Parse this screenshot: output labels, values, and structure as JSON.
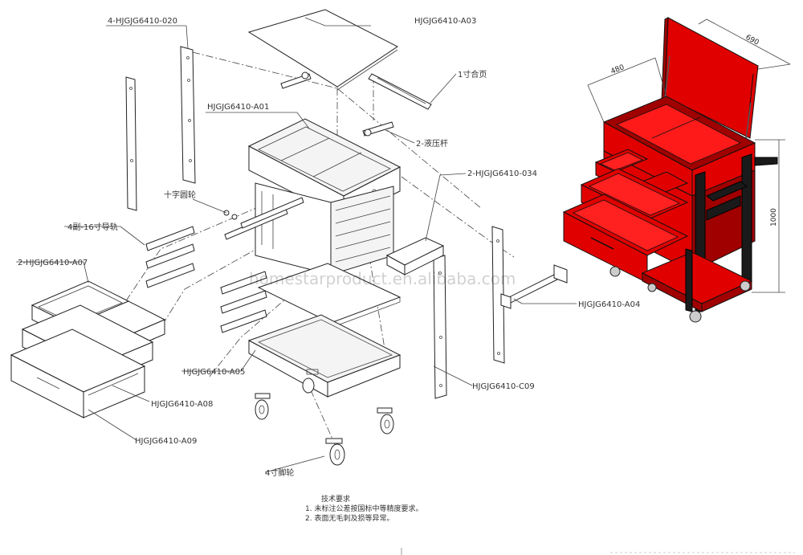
{
  "labels": {
    "top_panel_part": "4-HJGJG6410-020",
    "lid_part": "HJGJG6410-A03",
    "hinge": "1寸合页",
    "top_box_part": "HJGJG6410-A01",
    "gas_strut": "2-液压杆",
    "side_tray_part": "2-HJGJG6410-034",
    "cross_wheel": "十字圆轮",
    "slides": "4副-16寸导轨",
    "small_drawer_part": "2-HJGJG6410-A07",
    "handle_part": "HJGJG6410-A04",
    "bottom_tray_part": "HJGJG6410-A05",
    "shelf_part": "HJGJG6410-C09",
    "mid_drawer_part": "HJGJG6410-A08",
    "large_drawer_part": "HJGJG6410-A09",
    "castor": "4寸脚轮"
  },
  "dimensions": {
    "depth": "480",
    "width": "690",
    "height": "1000"
  },
  "notes": {
    "title": "技术要求",
    "line1": "1. 未标注公差按国标中等精度要求。",
    "line2": "2. 表面无毛刺及损等异常。"
  },
  "watermark": "homestarproduct.en.alibaba.com",
  "colors": {
    "cart_red": "#e00000",
    "cart_frame": "#1a1a1a"
  }
}
